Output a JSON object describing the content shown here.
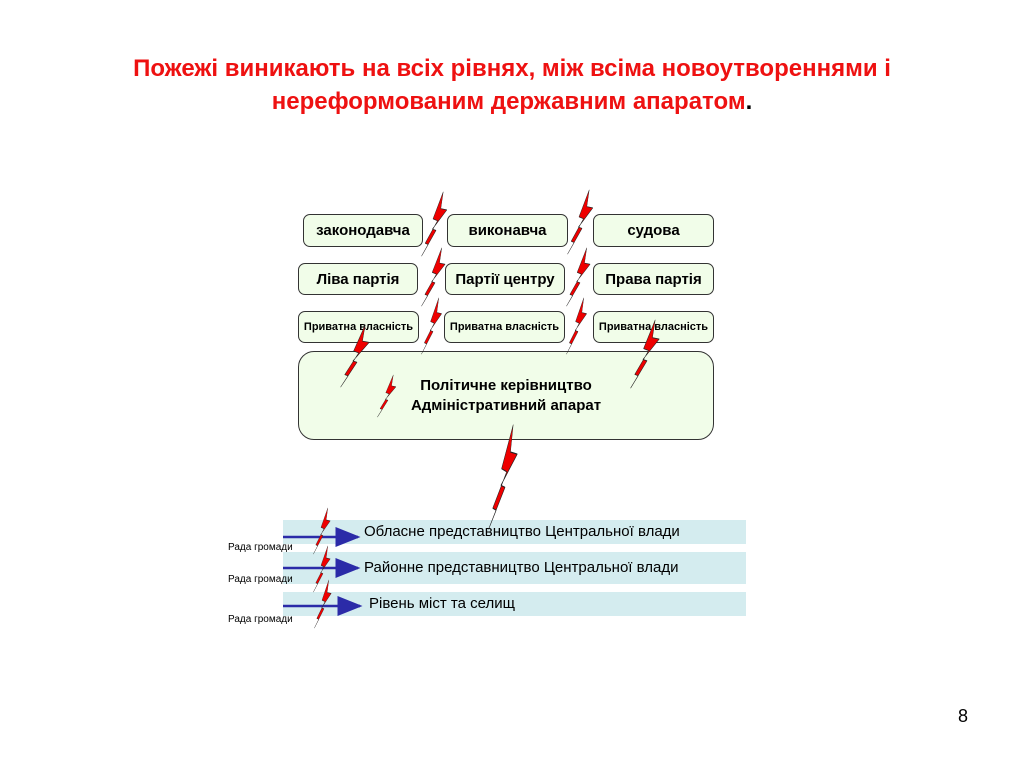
{
  "slide": {
    "title_main": "Пожежі виникають на всіх рівнях, між всіма новоутвореннями і нереформованим державним апаратом",
    "title_end": ".",
    "page_number": "8"
  },
  "branches": [
    "законодавча",
    "виконавча",
    "судова"
  ],
  "parties": [
    "Ліва партія",
    "Партії центру",
    "Права партія"
  ],
  "property": [
    "Приватна власність",
    "Приватна власність",
    "Приватна власність"
  ],
  "central": {
    "line1": "Політичне керівництво",
    "line2": "Адміністративний апарат"
  },
  "levels": [
    "Обласне представництво Центральної влади",
    "Районне представництво Центральної влади",
    "Рівень міст та селищ"
  ],
  "rada_label": "Рада громади",
  "colors": {
    "title": "#ee1111",
    "box_fill": "#f1fde9",
    "level_fill": "#d4ecef",
    "lightning": "#ee0000",
    "arrow": "#2b2ba8"
  },
  "icons": {
    "fire": "lightning-bolt-icon",
    "link": "arrow-right-icon"
  }
}
